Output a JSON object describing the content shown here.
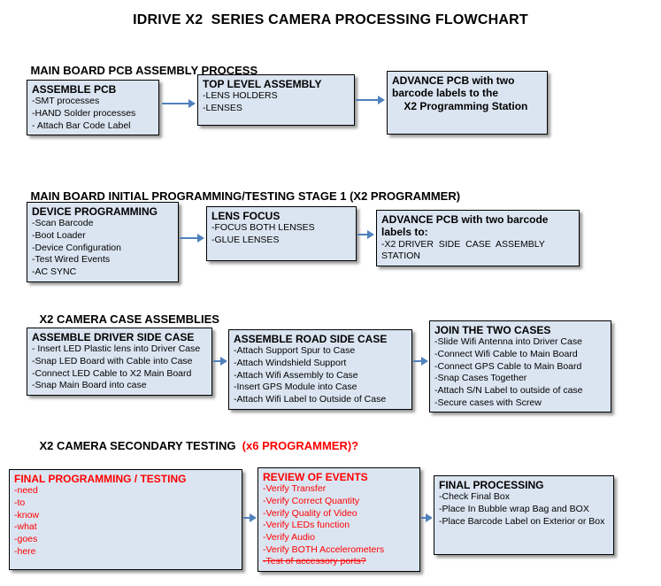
{
  "title": "IDRIVE X2  SERIES CAMERA PROCESSING FLOWCHART",
  "colors": {
    "box_fill": "#dbe5f1",
    "box_border": "#000000",
    "red_text": "#ff0000",
    "arrow": "#4f81bd",
    "background": "#ffffff"
  },
  "sections": [
    {
      "heading": "MAIN BOARD PCB ASSEMBLY PROCESS",
      "boxes": [
        {
          "title": "ASSEMBLE PCB",
          "items": [
            "-SMT processes",
            "-HAND Solder processes",
            "- Attach Bar Code Label"
          ]
        },
        {
          "title": "TOP LEVEL ASSEMBLY",
          "items": [
            "-LENS HOLDERS",
            "-LENSES"
          ]
        },
        {
          "title": "ADVANCE PCB with two\nbarcode labels to the\n    X2 Programming Station",
          "items": []
        }
      ]
    },
    {
      "heading": "MAIN BOARD INITIAL PROGRAMMING/TESTING STAGE 1 (X2 PROGRAMMER)",
      "boxes": [
        {
          "title": "DEVICE PROGRAMMING",
          "items": [
            "-Scan Barcode",
            "-Boot Loader",
            "-Device Configuration",
            "-Test Wired Events",
            "-AC SYNC"
          ]
        },
        {
          "title": "LENS FOCUS",
          "items": [
            "-FOCUS BOTH LENSES",
            "-GLUE LENSES"
          ]
        },
        {
          "title": "ADVANCE PCB with two barcode labels to:",
          "items": [
            "-X2 DRIVER  SIDE  CASE  ASSEMBLY STATION"
          ]
        }
      ]
    },
    {
      "heading": "X2 CAMERA CASE ASSEMBLIES",
      "boxes": [
        {
          "title": "ASSEMBLE DRIVER SIDE CASE",
          "items": [
            "- Insert LED Plastic lens into Driver Case",
            "-Snap LED Board with Cable into Case",
            "-Connect LED Cable to X2 Main Board",
            "-Snap Main Board into case"
          ]
        },
        {
          "title": "ASSEMBLE ROAD SIDE CASE",
          "items": [
            "-Attach Support Spur to Case",
            "-Attach Windshield Support",
            "-Attach Wifi Assembly to Case",
            "-Insert GPS Module into Case",
            "-Attach Wifi Label to Outside of Case"
          ]
        },
        {
          "title": "JOIN THE TWO CASES",
          "items": [
            "-Slide Wifi Antenna into Driver Case",
            "-Connect Wifi Cable to Main Board",
            "-Connect GPS Cable to Main Board",
            "-Snap Cases Together",
            "-Attach S/N Label to outside of case",
            "-Secure cases with Screw"
          ]
        }
      ]
    },
    {
      "heading": "X2 CAMERA SECONDARY TESTING  ",
      "heading_red": "(x6 PROGRAMMER)?",
      "boxes": [
        {
          "title": "FINAL PROGRAMMING / TESTING",
          "red": true,
          "items": [
            "-need",
            "-to",
            "-know",
            "-what",
            "-goes",
            "-here"
          ]
        },
        {
          "title": "REVIEW OF EVENTS",
          "red": true,
          "items": [
            "-Verify Transfer",
            "-Verify Correct Quantity",
            "-Verify Quality of Video",
            "-Verify LEDs function",
            "-Verify Audio",
            "-Verify BOTH Accelerometers",
            {
              "text": "-Test of accessory ports?",
              "strike": true
            }
          ]
        },
        {
          "title": "FINAL PROCESSING",
          "items": [
            "-Check Final Box",
            "-Place In Bubble wrap Bag and BOX",
            "-Place Barcode Label on Exterior or Box"
          ]
        }
      ]
    }
  ]
}
